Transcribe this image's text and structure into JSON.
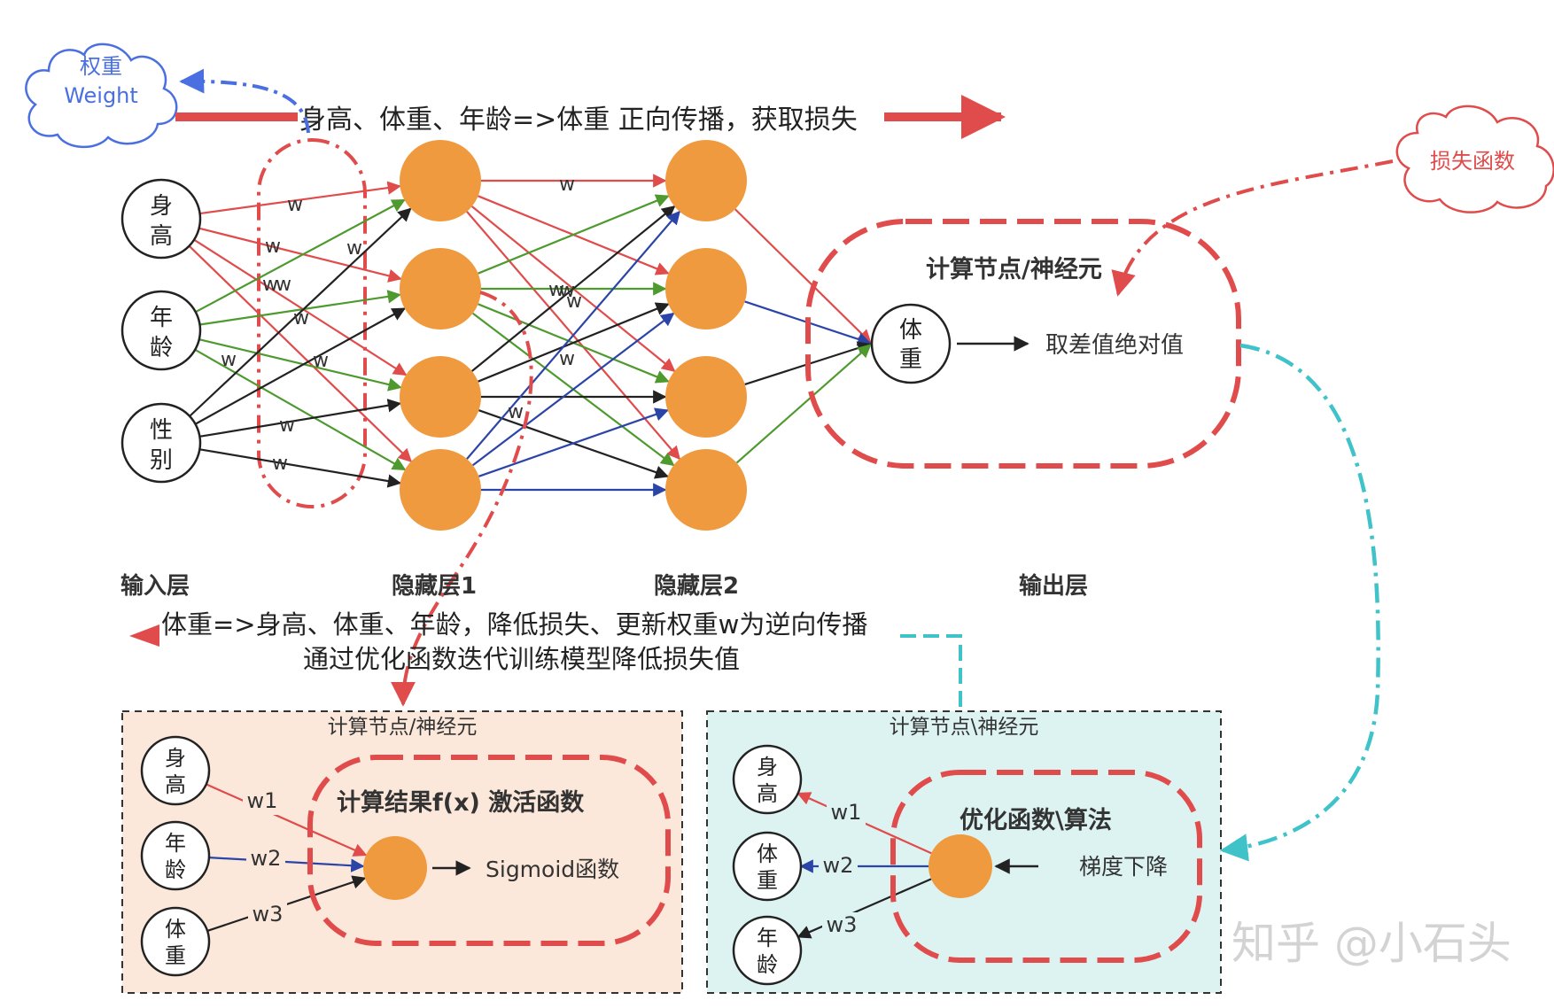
{
  "clouds": {
    "weight": {
      "line1": "权重",
      "line2": "Weight"
    },
    "loss": {
      "label": "损失函数"
    }
  },
  "top_banner": "身高、体重、年龄=>体重 正向传播，获取损失",
  "bottom_banner": {
    "line1": "体重=>身高、体重、年龄，降低损失、更新权重w为逆向传播",
    "line2": "通过优化函数迭代训练模型降低损失值"
  },
  "inputs": [
    {
      "a": "身",
      "b": "高"
    },
    {
      "a": "年",
      "b": "龄"
    },
    {
      "a": "性",
      "b": "别"
    }
  ],
  "w_label": "w",
  "weight_labels": [
    "w",
    "w",
    "w",
    "w",
    "w",
    "w",
    "w",
    "w",
    "w",
    "w",
    "w",
    "w",
    "w",
    "w",
    "w",
    "w"
  ],
  "layers": {
    "input": "输入层",
    "hidden1": "隐藏层1",
    "hidden2": "隐藏层2",
    "output": "输出层"
  },
  "output_block": {
    "title": "计算节点/神经元",
    "node_a": "体",
    "node_b": "重",
    "action": "取差值绝对值"
  },
  "panel_left": {
    "title": "计算节点/神经元",
    "inner_title": "计算结果f(x)   激活函数",
    "function": "Sigmoid函数",
    "inputs": [
      {
        "a": "身",
        "b": "高",
        "w": "w1"
      },
      {
        "a": "年",
        "b": "龄",
        "w": "w2"
      },
      {
        "a": "体",
        "b": "重",
        "w": "w3"
      }
    ]
  },
  "panel_right": {
    "title": "计算节点\\神经元",
    "inner_title": "优化函数\\算法",
    "method": "梯度下降",
    "outputs": [
      {
        "a": "身",
        "b": "高",
        "w": "w1"
      },
      {
        "a": "体",
        "b": "重",
        "w": "w2"
      },
      {
        "a": "年",
        "b": "龄",
        "w": "w3"
      }
    ]
  },
  "watermark": "知乎 @小石头",
  "colors": {
    "red": "#e04b4b",
    "green": "#4e9a2f",
    "blue": "#2b44a8",
    "black": "#222222",
    "orange": "#ef9a3e",
    "cyan": "#3fc3c8",
    "cloud_blue": "#4a6fe0",
    "panel_left_bg": "#fbe8da",
    "panel_right_bg": "#dcf3f2"
  }
}
